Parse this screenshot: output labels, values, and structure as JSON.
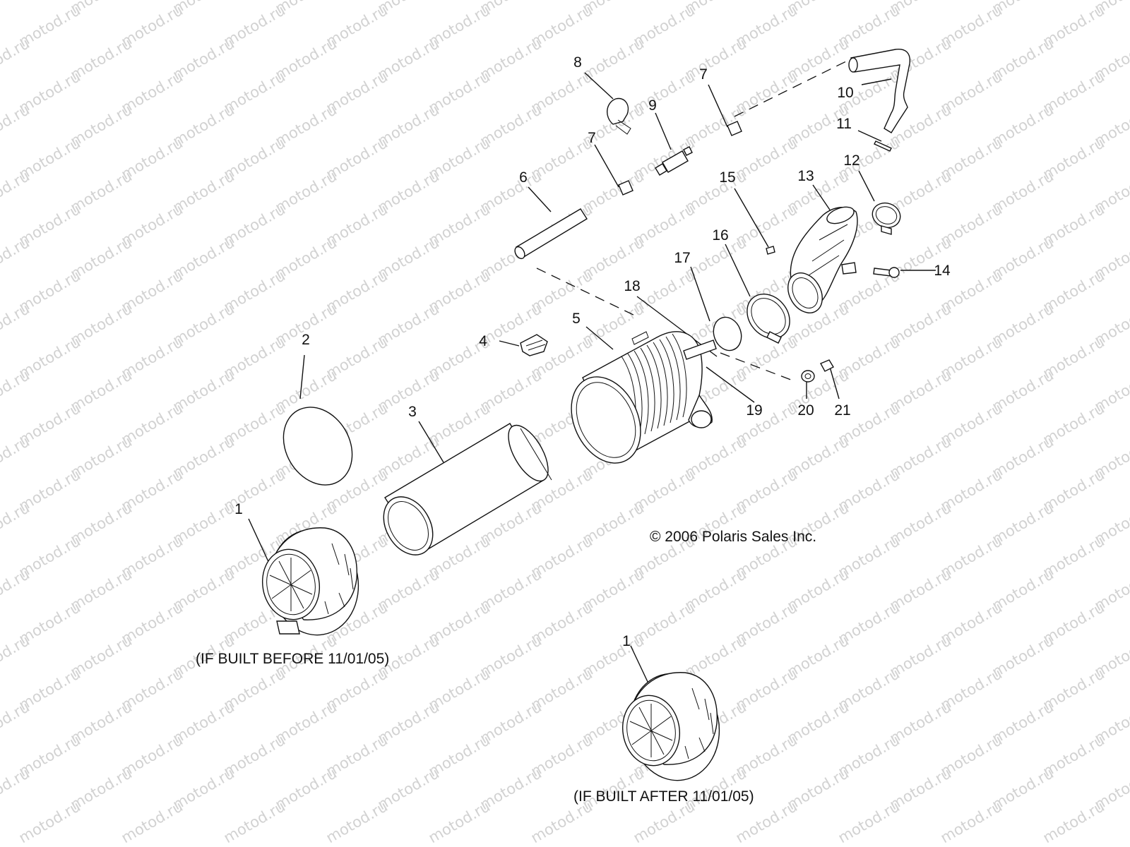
{
  "watermark": "motod.ru",
  "callouts": [
    "1",
    "2",
    "3",
    "4",
    "5",
    "6",
    "7",
    "7",
    "8",
    "9",
    "10",
    "11",
    "12",
    "13",
    "14",
    "15",
    "16",
    "17",
    "18",
    "19",
    "20",
    "21",
    "1"
  ],
  "notes": {
    "copyright": "© 2006 Polaris Sales Inc.",
    "built_before": "(IF BUILT BEFORE 11/01/05)",
    "built_after": "(IF BUILT AFTER 11/01/05)"
  }
}
